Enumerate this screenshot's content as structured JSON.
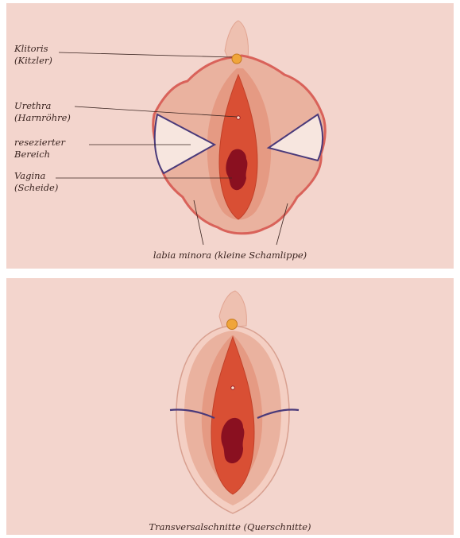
{
  "top_panel": {
    "labels": {
      "klitoris": "Klitoris",
      "kitzler": "(Kitzler)",
      "urethra": "Urethra",
      "harnroehre": "(Harnröhre)",
      "reseziert_1": "resezierter",
      "reseziert_2": "Bereich",
      "vagina": "Vagina",
      "scheide": "(Scheide)"
    },
    "caption": "labia minora (kleine Schamlippe)"
  },
  "bottom_panel": {
    "caption": "Transversalschnitte (Querschnitte)"
  },
  "colors": {
    "background": "#f3d5cd",
    "outer_labia": "#eab29f",
    "outer_edge": "#d9625a",
    "inner_labia": "#e59a83",
    "vestibule": "#d94f34",
    "vagina_opening": "#8a1020",
    "clitoris": "#f0a53a",
    "incision": "#4a3a7a"
  }
}
